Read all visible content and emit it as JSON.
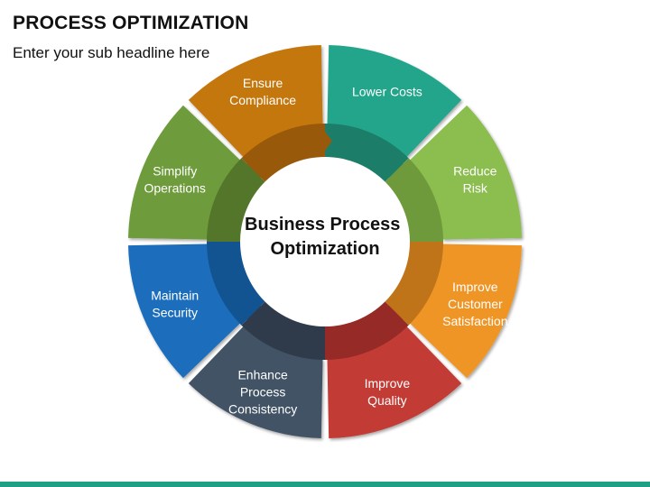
{
  "header": {
    "title": "PROCESS OPTIMIZATION",
    "subtitle": "Enter your sub headline here"
  },
  "diagram": {
    "center_lines": [
      "Business Process",
      "Optimization"
    ],
    "segments": [
      {
        "lines": [
          "Lower Costs"
        ],
        "color": "#24a58a",
        "inner_color": "#1c7d69",
        "icon": "arrow-notch-icon"
      },
      {
        "lines": [
          "Reduce",
          "Risk"
        ],
        "color": "#8cbd50",
        "inner_color": "#6f9a3c",
        "icon": "arrow-notch-icon"
      },
      {
        "lines": [
          "Improve",
          "Customer",
          "Satisfaction"
        ],
        "color": "#ef9526",
        "inner_color": "#c07419",
        "icon": "arrow-notch-icon"
      },
      {
        "lines": [
          "Improve",
          "Quality"
        ],
        "color": "#c23a34",
        "inner_color": "#952a26",
        "icon": "arrow-notch-icon"
      },
      {
        "lines": [
          "Enhance",
          "Process",
          "Consistency"
        ],
        "color": "#435366",
        "inner_color": "#2f3b4a",
        "icon": "arrow-notch-icon"
      },
      {
        "lines": [
          "Maintain",
          "Security"
        ],
        "color": "#1a6ebc",
        "inner_color": "#125391",
        "icon": "arrow-notch-icon"
      },
      {
        "lines": [
          "Simplify",
          "Operations"
        ],
        "color": "#6e9b3a",
        "inner_color": "#53762a",
        "icon": "arrow-notch-icon"
      },
      {
        "lines": [
          "Ensure",
          "Compliance"
        ],
        "color": "#c4770f",
        "inner_color": "#98590a",
        "icon": "arrow-notch-icon"
      }
    ]
  },
  "colors": {
    "bottom_bar": "#1f9f86"
  }
}
